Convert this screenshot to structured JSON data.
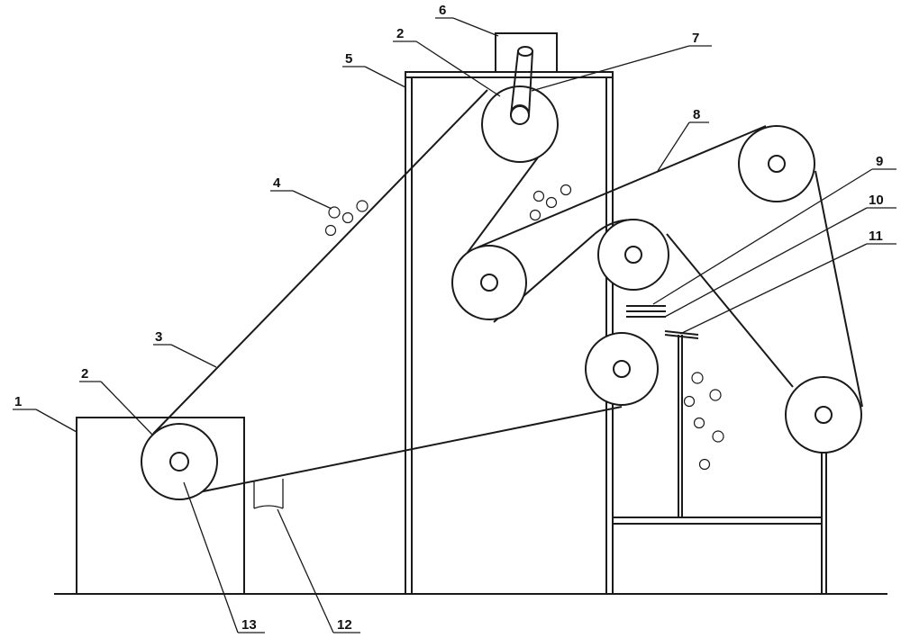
{
  "labels": {
    "l1": "1",
    "l2a": "2",
    "l2b": "2",
    "l3": "3",
    "l4": "4",
    "l5": "5",
    "l6": "6",
    "l7": "7",
    "l8": "8",
    "l9": "9",
    "l10": "10",
    "l11": "11",
    "l12": "12",
    "l13": "13"
  }
}
